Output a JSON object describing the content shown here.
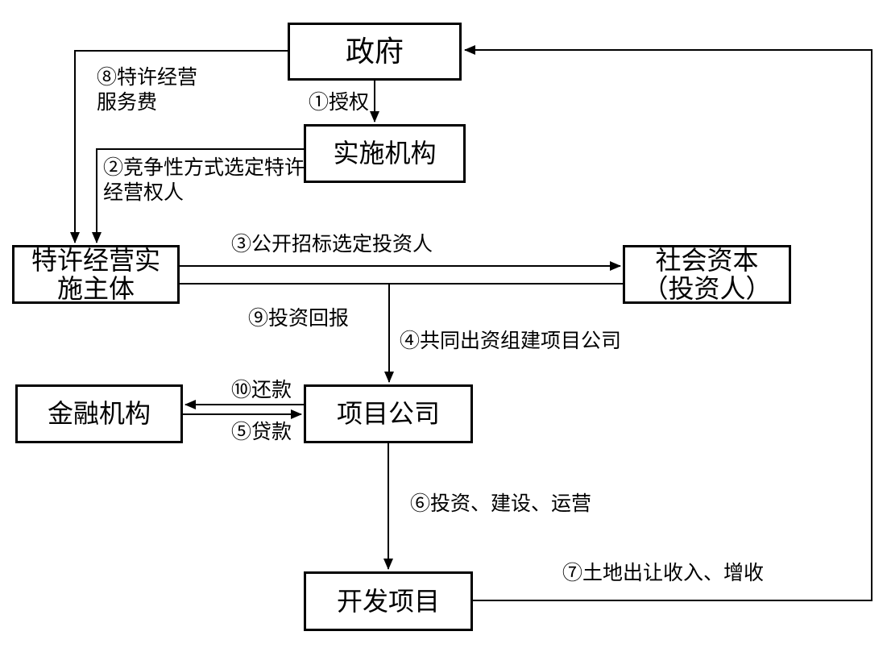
{
  "diagram": {
    "background_color": "#ffffff",
    "line_color": "#000000",
    "nodes": {
      "government": {
        "label": "政府"
      },
      "agency": {
        "label": "实施机构"
      },
      "franchise": {
        "label": "特许经营实\n施主体"
      },
      "capital": {
        "label": "社会资本\n（投资人）"
      },
      "finance": {
        "label": "金融机构"
      },
      "project": {
        "label": "项目公司"
      },
      "dev": {
        "label": "开发项目"
      }
    },
    "edges": {
      "e1": {
        "label": "①授权"
      },
      "e2": {
        "label": "②竞争性方式选定特许\n经营权人"
      },
      "e3": {
        "label": "③公开招标选定投资人"
      },
      "e4": {
        "label": "④共同出资组建项目公司"
      },
      "e5": {
        "label": "⑤贷款"
      },
      "e6": {
        "label": "⑥投资、建设、运营"
      },
      "e7": {
        "label": "⑦土地出让收入、增收"
      },
      "e8": {
        "label": "⑧特许经营\n服务费"
      },
      "e9": {
        "label": "⑨投资回报"
      },
      "e10": {
        "label": "⑩还款"
      }
    }
  }
}
